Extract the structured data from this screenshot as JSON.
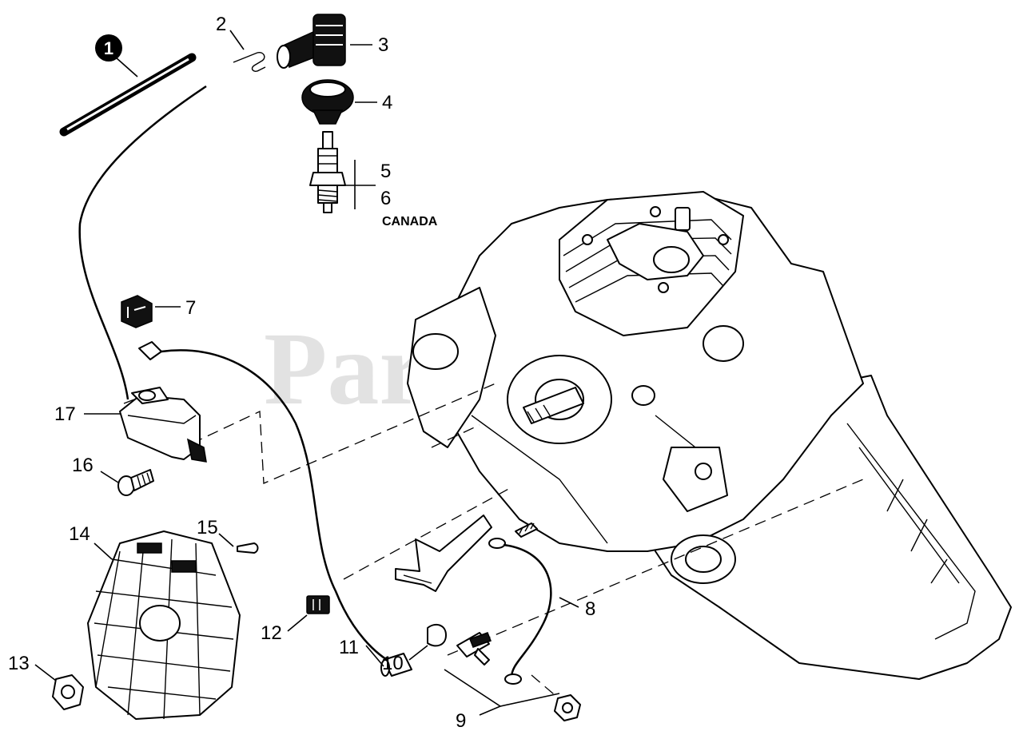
{
  "watermark": "PartsTree",
  "callouts": [
    {
      "id": "1",
      "text": "1",
      "style": "circled"
    },
    {
      "id": "2",
      "text": "2"
    },
    {
      "id": "3",
      "text": "3"
    },
    {
      "id": "4",
      "text": "4"
    },
    {
      "id": "5",
      "text": "5"
    },
    {
      "id": "6",
      "text": "6"
    },
    {
      "id": "7",
      "text": "7"
    },
    {
      "id": "8",
      "text": "8"
    },
    {
      "id": "9",
      "text": "9"
    },
    {
      "id": "10",
      "text": "10"
    },
    {
      "id": "11",
      "text": "11"
    },
    {
      "id": "12",
      "text": "12"
    },
    {
      "id": "13",
      "text": "13"
    },
    {
      "id": "14",
      "text": "14"
    },
    {
      "id": "15",
      "text": "15"
    },
    {
      "id": "16",
      "text": "16"
    },
    {
      "id": "17",
      "text": "17"
    }
  ],
  "notes": {
    "canada": "CANADA"
  }
}
